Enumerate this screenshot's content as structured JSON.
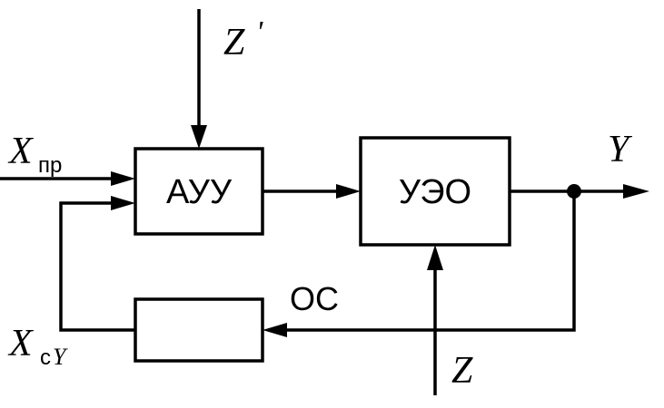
{
  "blocks": {
    "auu": {
      "label": "АУУ"
    },
    "ueo": {
      "label": "УЭО"
    },
    "feedback": {
      "label": ""
    }
  },
  "signals": {
    "z_prime": {
      "main": "Z",
      "prime": "'"
    },
    "z": {
      "main": "Z"
    },
    "x_pr": {
      "main": "X",
      "sub": "пр"
    },
    "x_cy": {
      "main": "X",
      "sub": "c",
      "sub2": "Y"
    },
    "y": {
      "main": "Y"
    },
    "oc": {
      "label": "ОС"
    }
  }
}
